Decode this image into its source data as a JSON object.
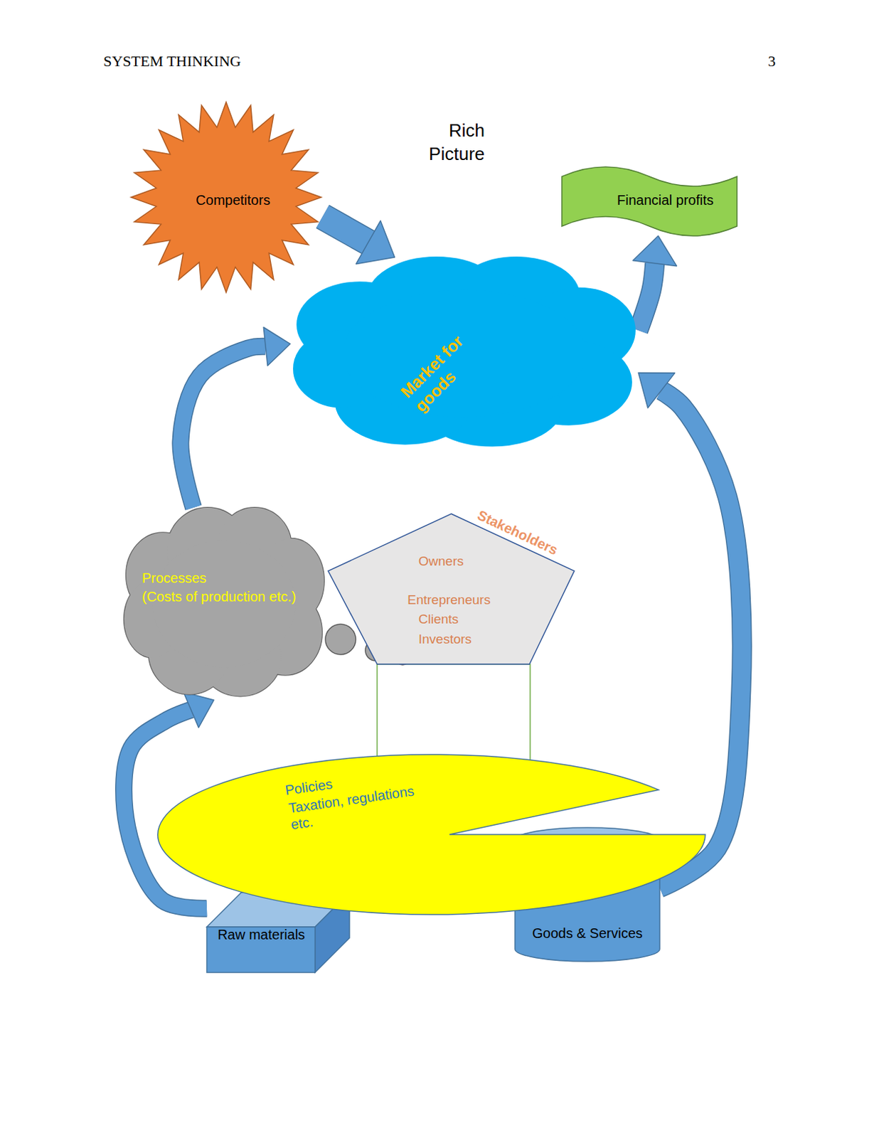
{
  "diagram": {
    "title": "Rich Picture",
    "nodes": [
      {
        "text": [
          "Competitors"
        ]
      },
      {
        "text": [
          "Financial profits"
        ]
      },
      {
        "text": [
          "Market for goods"
        ]
      },
      {
        "text": [
          "Processes",
          "(Costs of production etc.)"
        ]
      },
      {
        "text": [
          "Stakeholders",
          "Owners",
          "Entrepreneurs",
          "Clients",
          "Investors"
        ]
      },
      {
        "text": [
          "Policies",
          "Taxation, regulations etc."
        ]
      },
      {
        "text": [
          "Raw materials"
        ]
      },
      {
        "text": [
          "Goods & Services"
        ]
      }
    ],
    "edges": [
      {
        "from": 0,
        "to": 2,
        "arrow": "to"
      },
      {
        "from": 2,
        "to": 1,
        "arrow": "to"
      },
      {
        "from": 3,
        "to": 2,
        "arrow": "to"
      },
      {
        "from": 6,
        "to": 3,
        "arrow": "to"
      },
      {
        "from": 7,
        "to": 2,
        "arrow": "to"
      }
    ],
    "labels": [
      "SYSTEM THINKING",
      "3"
    ]
  }
}
